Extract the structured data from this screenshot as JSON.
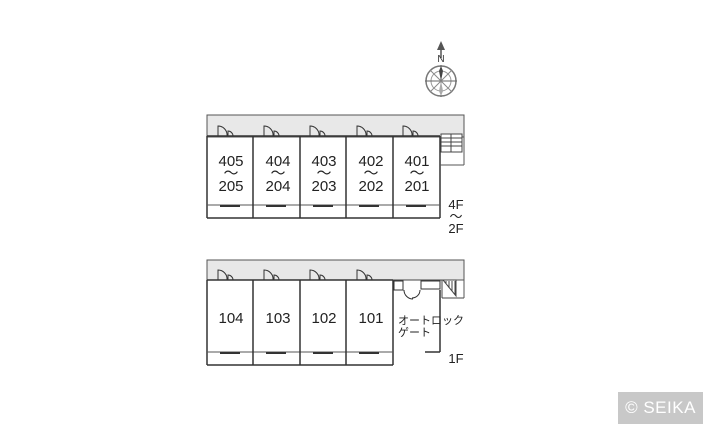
{
  "compass": {
    "north_label": "N",
    "icon": "compass-rose-icon"
  },
  "upper_floors": {
    "units": [
      {
        "top": "405",
        "tilde": "〜",
        "bottom": "205"
      },
      {
        "top": "404",
        "tilde": "〜",
        "bottom": "204"
      },
      {
        "top": "403",
        "tilde": "〜",
        "bottom": "203"
      },
      {
        "top": "402",
        "tilde": "〜",
        "bottom": "202"
      },
      {
        "top": "401",
        "tilde": "〜",
        "bottom": "201"
      }
    ],
    "floor_label_top": "4F",
    "floor_label_tilde": "〜",
    "floor_label_bottom": "2F"
  },
  "ground_floor": {
    "units": [
      "104",
      "103",
      "102",
      "101"
    ],
    "gate_label_line1": "オートロック",
    "gate_label_line2": "ゲート",
    "floor_label": "1F"
  },
  "watermark": "© SEIKA"
}
